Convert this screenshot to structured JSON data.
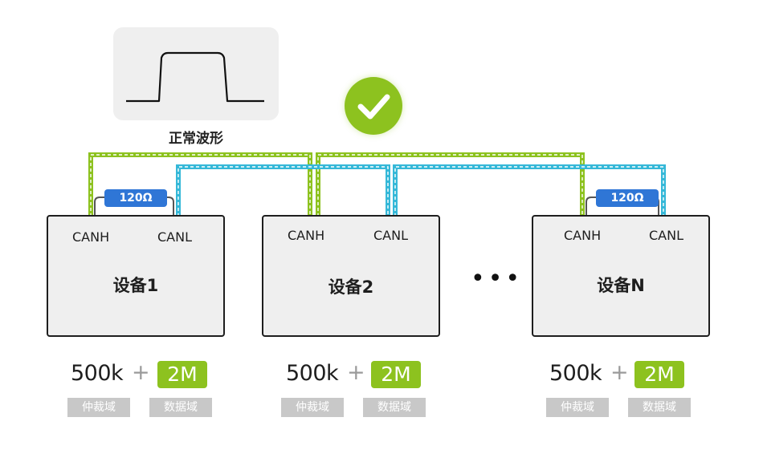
{
  "waveform": {
    "caption": "正常波形"
  },
  "devices": [
    {
      "name": "设备1",
      "canh": "CANH",
      "canl": "CANL",
      "resistor": "120Ω",
      "rate": {
        "arbitration": "500k",
        "plus": "+",
        "data": "2M"
      },
      "tags": {
        "arbitration": "仲裁域",
        "data": "数据域"
      }
    },
    {
      "name": "设备2",
      "canh": "CANH",
      "canl": "CANL",
      "rate": {
        "arbitration": "500k",
        "plus": "+",
        "data": "2M"
      },
      "tags": {
        "arbitration": "仲裁域",
        "data": "数据域"
      }
    },
    {
      "name": "设备N",
      "canh": "CANH",
      "canl": "CANL",
      "resistor": "120Ω",
      "rate": {
        "arbitration": "500k",
        "plus": "+",
        "data": "2M"
      },
      "tags": {
        "arbitration": "仲裁域",
        "data": "数据域"
      }
    }
  ],
  "ellipsis": "•••",
  "colors": {
    "canh_wire": "#8dc21f",
    "canl_wire": "#35b8d8",
    "check": "#8dc21f",
    "resistor": "#2f76d6"
  },
  "icons": {
    "status": "check-icon"
  }
}
